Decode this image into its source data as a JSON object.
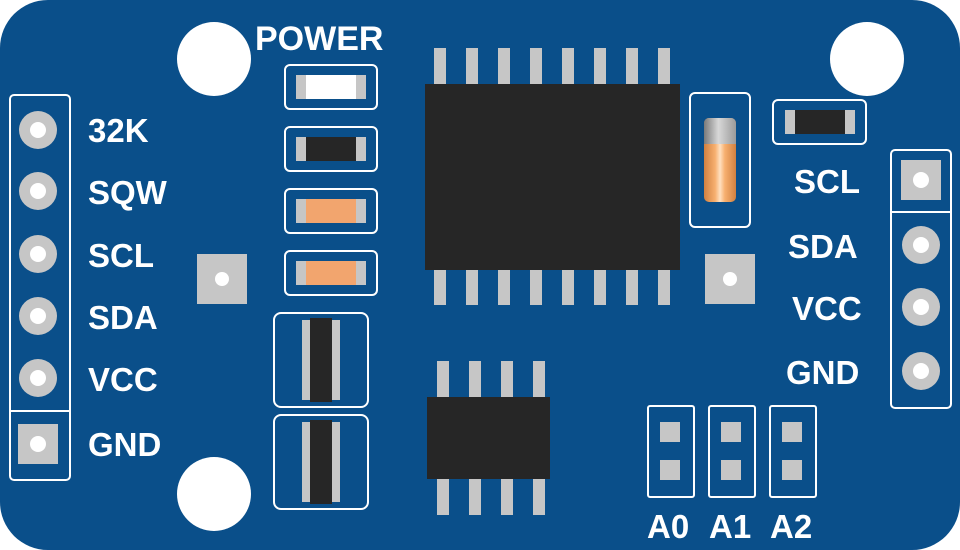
{
  "power_label": "POWER",
  "left_header_pins": [
    "32K",
    "SQW",
    "SCL",
    "SDA",
    "VCC",
    "GND"
  ],
  "right_header_pins": [
    "SCL",
    "SDA",
    "VCC",
    "GND"
  ],
  "address_jumpers": [
    "A0",
    "A1",
    "A2"
  ],
  "colors": {
    "board": "#0a4f8a",
    "silkscreen": "#ffffff",
    "metal": "#c6c6c6",
    "chip": "#262626",
    "orange_resistor": "#f2a56e"
  }
}
